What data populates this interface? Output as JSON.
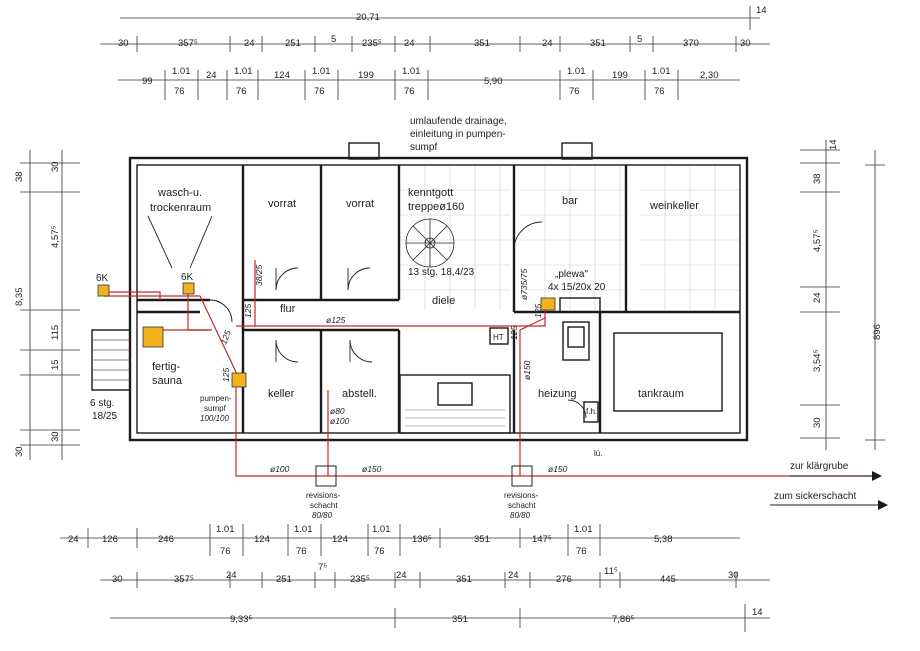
{
  "rooms": {
    "wasch": [
      "wasch-u.",
      "trockenraum"
    ],
    "vorrat1": "vorrat",
    "vorrat2": "vorrat",
    "kenntgott": [
      "kenntgott",
      "treppeø160"
    ],
    "bar": "bar",
    "weinkeller": "weinkeller",
    "flur": "flur",
    "diele": "diele",
    "sauna": [
      "fertig-",
      "sauna"
    ],
    "keller": "keller",
    "abstell": "abstell.",
    "heizung": "heizung",
    "tankraum": "tankraum"
  },
  "notes": {
    "drainage": [
      "umlaufende drainage,",
      "einleitung in pumpen-",
      "sumpf"
    ],
    "stair_spiral": "13 stg. 18,4/23",
    "stair_left": [
      "6 stg.",
      "18/25"
    ],
    "plewa": [
      "„plewa\"",
      "4x 15/20x 20"
    ],
    "pumpensumpf": [
      "pumpen-",
      "sumpf",
      "100/100"
    ],
    "revision1": [
      "revisions-",
      "schacht",
      "80/80"
    ],
    "revision2": [
      "revisions-",
      "schacht",
      "80/80"
    ],
    "klaergrube": "zur klärgrube",
    "sickerschacht": "zum sickerschacht",
    "ht": "HT",
    "fh": "f.h.",
    "lue": "lü.",
    "sixk_left": "6K",
    "sixk_right": "6K"
  },
  "pipe_labels": {
    "p125_top": "ø125",
    "p125_v1": "125",
    "p125_v2": "125",
    "p125_v3": "125",
    "p125_v4": "125",
    "p3825": "38/25",
    "p735": "ø735/75",
    "p150_v": "ø150",
    "p80": "ø80",
    "p100_a": "ø100",
    "p100_b": "ø100",
    "p150_a": "ø150",
    "p150_b": "ø150",
    "p125_diag": "125"
  },
  "dims": {
    "top_total": "20,71",
    "top_total_end": "14",
    "top_row2": [
      "30",
      "357⁵",
      "24",
      "251",
      "5",
      "235⁵",
      "24",
      "351",
      "24",
      "351",
      "5",
      "370",
      "30"
    ],
    "top_row3_top": [
      "1.01",
      "1.01",
      "1.01",
      "1.01",
      "1.01",
      "1.01"
    ],
    "top_row3_bottom": [
      "76",
      "76",
      "76",
      "76",
      "76",
      "76"
    ],
    "top_row3_other": [
      "99",
      "24",
      "124",
      "199",
      "5,90",
      "199",
      "2,30"
    ],
    "left_outer": [
      "38",
      "4,57⁵",
      "8,35",
      "115",
      "15",
      "30"
    ],
    "left_inner": [
      "30",
      "30"
    ],
    "right_outer": [
      "14",
      "38",
      "4,57⁵",
      "24",
      "3,54⁵",
      "30"
    ],
    "right_total": "896",
    "bottom_row1_top": [
      "1.01",
      "1.01",
      "1.01",
      "1.01"
    ],
    "bottom_row1_bottom": [
      "76",
      "76",
      "76",
      "76"
    ],
    "bottom_row1_other": [
      "24",
      "126",
      "246",
      "124",
      "124",
      "136⁵",
      "351",
      "147⁵",
      "5,38"
    ],
    "bottom_row2": [
      "30",
      "357⁵",
      "24",
      "251",
      "7⁵",
      "235⁵",
      "24",
      "351",
      "24",
      "276",
      "11⁵",
      "445",
      "30"
    ],
    "bottom_row3": [
      "9,33⁵",
      "351",
      "7,86⁵",
      "14"
    ]
  }
}
